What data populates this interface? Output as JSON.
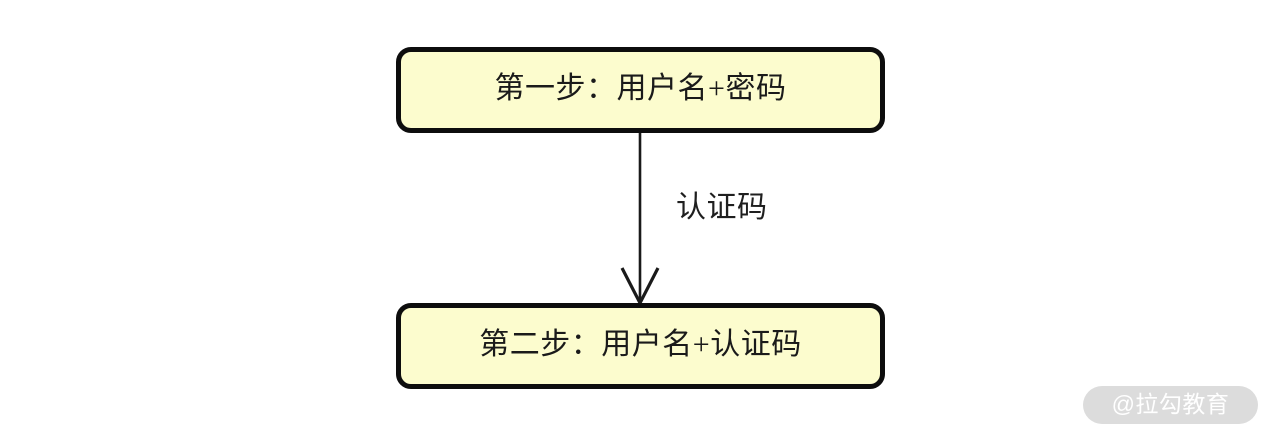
{
  "diagram": {
    "type": "flowchart",
    "orientation": "vertical",
    "background_color": "#ffffff",
    "node_fill_color": "#fcfcce",
    "node_border_color": "#0d0d0d",
    "text_color": "#1a1a1a",
    "nodes": [
      {
        "id": "step-one",
        "label": "第一步：用户名+密码",
        "shape": "rounded-rectangle"
      },
      {
        "id": "step-two",
        "label": "第二步：用户名+认证码",
        "shape": "rounded-rectangle"
      }
    ],
    "edges": [
      {
        "from": "step-one",
        "to": "step-two",
        "label": "认证码",
        "arrow": "open-v-arrowhead",
        "color": "#1a1a1a"
      }
    ]
  },
  "watermark": {
    "text": "@拉勾教育",
    "pill_color": "#dcdcdc",
    "text_color": "#ffffff"
  }
}
